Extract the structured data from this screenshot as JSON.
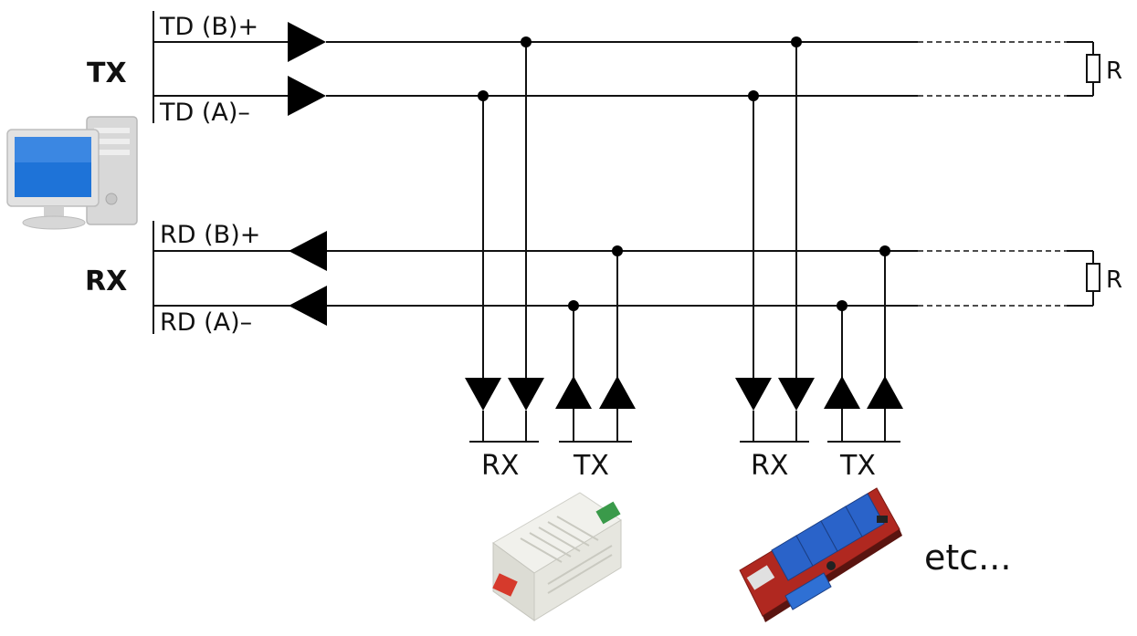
{
  "host": {
    "tx_label": "TX",
    "rx_label": "RX",
    "icon": "computer-icon"
  },
  "lines": {
    "td_b": "TD (B)+",
    "td_a": "TD (A)–",
    "rd_b": "RD (B)+",
    "rd_a": "RD (A)–"
  },
  "terminator": {
    "top_label": "R",
    "bottom_label": "R",
    "icon": "resistor-icon"
  },
  "nodes": [
    {
      "rx_label": "RX",
      "tx_label": "TX",
      "device_icon": "sensor-enclosure-icon"
    },
    {
      "rx_label": "RX",
      "tx_label": "TX",
      "device_icon": "relay-board-icon"
    }
  ],
  "etc_label": "etc...",
  "colors": {
    "monitor_blue": "#1e73d8",
    "relay_blue": "#2a63c9",
    "pcb_red": "#b02820",
    "enclosure": "#e9e9e4"
  }
}
